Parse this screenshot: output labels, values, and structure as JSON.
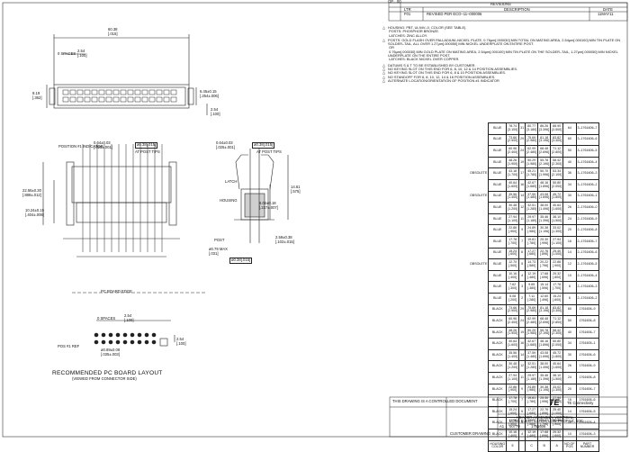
{
  "view_labels": {
    "recommended_layout_title": "RECOMMENDED PC BOARD LAYOUT",
    "recommended_layout_sub": "(VIEWED FROM CONNECTOR SIDE)",
    "position1_indicator": "POSITION #1 INDICATOR",
    "pos1_ref": "POS #1 REF",
    "pc_board_edge": "PC BOARD EDGE",
    "latch": "LATCH",
    "housing": "HOUSING",
    "post": "POST",
    "at_post_tips_1": "AT POST TIPS",
    "at_post_tips_2": "AT POST TIPS",
    "spaces_top": "0 SPACES",
    "spaces_bottom": "0 SPACES"
  },
  "dimensions": {
    "top_width": "60.38\n[.015]",
    "top_2_54": "2.54\n[.100]",
    "left_9_19": "9.19\n[.362]",
    "right_6_45": "6.45±0.15\n[.254±.006]",
    "right_2_54": "2.54\n[.100]",
    "d_0_64_a": "0.64±0.03\n[.025±.001]",
    "d_0_64_b": "0.64±0.03\n[.025±.001]",
    "d_22_56": "22.56±0.30\n[.888±.012]",
    "d_10_24": "10.24±0.15\n[.404±.006]",
    "d_14_61": "14.61\n[.575]",
    "d_6_02": "6.02±0.18\n[.237±.007]",
    "d_2_59": "2.59±0.38\n[.102±.015]",
    "d_0_79": "ø0.79 MAX\n[.031]",
    "d_pcb_2_54a": "2.54\n[.100]",
    "d_pcb_2_54b": "2.54\n[.100]",
    "d_hole": "ø0.89±0.08\n[.035±.003]",
    "tol_a": "ø0.38[.015]",
    "tol_b": "ø0.38[.015]",
    "tol_c": "ø0.38[.015]"
  },
  "notes": [
    "HOUSING: PBT, UL94V–0, COLOR (SEE TABLE).\n POSTS: PHOSPHOR BRONZE.\n LATCHES: ZINC ALLOY.",
    "POSTS: GOLD FLASH OVER PALLADIUM–NICKEL PLATE, 0.76μm[.000030] MIN TOTAL ON MATING AREA, 2.54μm[.000100] MIN TIN PLATE ON SOLDER–TAIL, ALL OVER 1.27μm[.000050] MIN NICKEL UNDERPLATE ON ENTIRE POST.\n OR\n 0.76μm[.000030] MIN GOLD PLATE ON MATING AREA, 2.54μm[.000100] MIN TIN PLATE ON THE SOLDER–TAIL, 1.27μm[.000050] MIN NICKEL UNDERPLATE ON THE ENTIRE POST.\n LATCHES: BLACK NICKEL OVER COPPER.",
    "DATUMS S & T TO BE ESTABLISHED BY CUSTOMER.",
    "NO KEYING SLOT ON THIS END FOR 6, 8, 10, 12 & 14 POSITION ASSEMBLIES.",
    "NO KEYING SLOT ON THIS END FOR 6, 8 & 10 POSITION ASSEMBLIES.",
    "NO STANDOFF FOR 6, 8, 10, 12, 14 & 16 POSITION ASSEMBLIES.",
    "ALTERNATE LOCATION/ORIENTATION OF POSITION #1 INDICATOR"
  ],
  "table": {
    "header": {
      "color": "HOUSING\nCOLOR",
      "e": "E",
      "c": "C",
      "b": "B",
      "a": "A",
      "pos": "NO OF\nPOS",
      "part": "PART\nNUMBER"
    },
    "rows": [
      {
        "obs": "",
        "color": "BLUE",
        "e": "78.74\n[3.100]",
        "f": "31",
        "c": "80.77\n[3.180]",
        "b": "86.26\n[3.396]",
        "a": "88.90\n[3.500]",
        "pos": "64",
        "part": "3–1761606–7"
      },
      {
        "obs": "",
        "color": "BLUE",
        "e": "73.66\n[2.900]",
        "f": "29",
        "c": "75.69\n[2.980]",
        "b": "81.18\n[3.196]",
        "a": "83.82\n[3.300]",
        "pos": "60",
        "part": "3–1761606–6"
      },
      {
        "obs": "",
        "color": "BLUE",
        "e": "60.96\n[2.400]",
        "f": "24",
        "c": "62.99\n[2.480]",
        "b": "68.48\n[2.696]",
        "a": "71.12\n[2.800]",
        "pos": "50",
        "part": "3–1761606–5"
      },
      {
        "obs": "",
        "color": "BLUE",
        "e": "48.26\n[1.900]",
        "f": "19",
        "c": "50.29\n[1.980]",
        "b": "55.78\n[2.196]",
        "a": "58.42\n[2.300]",
        "pos": "40",
        "part": "3–1761606–4"
      },
      {
        "obs": "OBSOLETE",
        "color": "BLUE",
        "e": "43.18\n[1.700]",
        "f": "17",
        "c": "45.21\n[1.780]",
        "b": "50.70\n[1.996]",
        "a": "53.34\n[2.100]",
        "pos": "36",
        "part": "3–1761606–3"
      },
      {
        "obs": "",
        "color": "BLUE",
        "e": "40.64\n[1.600]",
        "f": "16",
        "c": "42.67\n[1.680]",
        "b": "48.16\n[1.896]",
        "a": "50.80\n[2.000]",
        "pos": "34",
        "part": "3–1761606–2"
      },
      {
        "obs": "OBSOLETE",
        "color": "BLUE",
        "e": "35.56\n[1.400]",
        "f": "14",
        "c": "37.59\n[1.480]",
        "b": "43.08\n[1.696]",
        "a": "45.72\n[1.800]",
        "pos": "30",
        "part": "3–1761606–1"
      },
      {
        "obs": "",
        "color": "BLUE",
        "e": "30.48\n[1.200]",
        "f": "12",
        "c": "32.51\n[1.280]",
        "b": "38.00\n[1.496]",
        "a": "40.64\n[1.600]",
        "pos": "26",
        "part": "2–1761606–0"
      },
      {
        "obs": "",
        "color": "BLUE",
        "e": "27.94\n[1.100]",
        "f": "11",
        "c": "29.97\n[1.180]",
        "b": "35.46\n[1.396]",
        "a": "38.10\n[1.500]",
        "pos": "24",
        "part": "2–1761606–9"
      },
      {
        "obs": "",
        "color": "BLUE",
        "e": "22.86\n[.900]",
        "f": "9",
        "c": "24.89\n[.980]",
        "b": "30.38\n[1.196]",
        "a": "33.02\n[1.300]",
        "pos": "20",
        "part": "2–1761606–8"
      },
      {
        "obs": "",
        "color": "BLUE",
        "e": "17.78\n[.700]",
        "f": "7",
        "c": "19.81\n[.780]",
        "b": "25.30\n[.996]",
        "a": "27.94\n[1.100]",
        "pos": "16",
        "part": "2–1761606–7"
      },
      {
        "obs": "",
        "color": "BLUE",
        "e": "15.24\n[.600]",
        "f": "6",
        "c": "17.27\n[.680]",
        "b": "22.76\n[.896]",
        "a": "25.40\n[1.000]",
        "pos": "14",
        "part": "2–1761606–6"
      },
      {
        "obs": "OBSOLETE",
        "color": "BLUE",
        "e": "12.70\n[.500]",
        "f": "5",
        "c": "14.73\n[.580]",
        "b": "20.22\n[.796]",
        "a": "22.86\n[.900]",
        "pos": "12",
        "part": "2–1761606–5"
      },
      {
        "obs": "",
        "color": "BLUE",
        "e": "10.16\n[.400]",
        "f": "4",
        "c": "12.19\n[.480]",
        "b": "17.68\n[.696]",
        "a": "20.32\n[.800]",
        "pos": "10",
        "part": "2–1761606–4"
      },
      {
        "obs": "",
        "color": "BLUE",
        "e": "7.62\n[.300]",
        "f": "3",
        "c": "9.65\n[.380]",
        "b": "15.14\n[.596]",
        "a": "17.78\n[.700]",
        "pos": "8",
        "part": "2–1761606–3"
      },
      {
        "obs": "",
        "color": "BLUE",
        "e": "5.08\n[.200]",
        "f": "2",
        "c": "7.11\n[.280]",
        "b": "12.60\n[.496]",
        "a": "15.24\n[.600]",
        "pos": "6",
        "part": "2–1761606–2"
      },
      {
        "obs": "",
        "color": "BLACK",
        "e": "73.66\n[2.900]",
        "f": "29",
        "c": "75.69\n[2.980]",
        "b": "81.18\n[3.196]",
        "a": "83.82\n[3.300]",
        "pos": "60",
        "part": "1761606–9"
      },
      {
        "obs": "",
        "color": "BLACK",
        "e": "60.96\n[2.400]",
        "f": "24",
        "c": "62.99\n[2.480]",
        "b": "68.48\n[2.696]",
        "a": "71.12\n[2.800]",
        "pos": "50",
        "part": "1761606–8"
      },
      {
        "obs": "",
        "color": "BLACK",
        "e": "48.26\n[1.900]",
        "f": "19",
        "c": "50.29\n[1.980]",
        "b": "55.78\n[2.196]",
        "a": "58.42\n[2.300]",
        "pos": "40",
        "part": "1761606–7"
      },
      {
        "obs": "",
        "color": "BLACK",
        "e": "40.64\n[1.600]",
        "f": "16",
        "c": "42.67\n[1.680]",
        "b": "48.16\n[1.896]",
        "a": "50.80\n[2.000]",
        "pos": "34",
        "part": "1761605–1"
      },
      {
        "obs": "",
        "color": "BLACK",
        "e": "35.56\n[1.400]",
        "f": "14",
        "c": "37.59\n[1.480]",
        "b": "43.08\n[1.696]",
        "a": "45.72\n[1.800]",
        "pos": "30",
        "part": "1761606–6"
      },
      {
        "obs": "",
        "color": "BLACK",
        "e": "30.48\n[1.200]",
        "f": "12",
        "c": "32.51\n[1.280]",
        "b": "38.00\n[1.496]",
        "a": "40.64\n[1.600]",
        "pos": "26",
        "part": "1761606–9"
      },
      {
        "obs": "",
        "color": "BLACK",
        "e": "27.94\n[1.100]",
        "f": "11",
        "c": "29.97\n[1.180]",
        "b": "35.46\n[1.396]",
        "a": "38.10\n[1.500]",
        "pos": "24",
        "part": "1761606–8"
      },
      {
        "obs": "",
        "color": "BLACK",
        "e": "22.86\n[.900]",
        "f": "9",
        "c": "24.89\n[.980]",
        "b": "30.38\n[1.196]",
        "a": "33.02\n[1.300]",
        "pos": "20",
        "part": "1761606–7"
      },
      {
        "obs": "",
        "color": "BLACK",
        "e": "17.78\n[.700]",
        "f": "7",
        "c": "19.81\n[.780]",
        "b": "25.30\n[.996]",
        "a": "27.94\n[1.100]",
        "pos": "16",
        "part": "1761606–6"
      },
      {
        "obs": "",
        "color": "BLACK",
        "e": "15.24\n[.600]",
        "f": "6",
        "c": "17.27\n[.680]",
        "b": "22.76\n[.896]",
        "a": "25.40\n[1.000]",
        "pos": "14",
        "part": "1761606–5"
      },
      {
        "obs": "",
        "color": "BLACK",
        "e": "12.70\n[.500]",
        "f": "5",
        "c": "14.73\n[.580]",
        "b": "20.22\n[.796]",
        "a": "22.86\n[.900]",
        "pos": "12",
        "part": "1761606–4"
      },
      {
        "obs": "",
        "color": "BLACK",
        "e": "10.16\n[.400]",
        "f": "4",
        "c": "12.19\n[.480]",
        "b": "17.68\n[.696]",
        "a": "20.32\n[.800]",
        "pos": "10",
        "part": "1761606–3"
      }
    ]
  },
  "title_block": {
    "company": "TE Connectivity",
    "logo": "TE",
    "title_line1": "HEADER ASSEMBLY, VERTICAL,",
    "title_line2": "LONG EJECT LATCH, LOW PROFILE, 10C",
    "drawing_number": "1761606",
    "size": "A1",
    "cage": "00779",
    "customer_drawing": "CUSTOMER DRAWING",
    "restricted": "THIS DRAWING IS A CONTROLLED DOCUMENT"
  },
  "revision_block": {
    "header": "REVISIONS",
    "ltr": "LTR",
    "desc": "DESCRIPTION",
    "date": "DATE",
    "rev_letter": "F01",
    "rev_desc": "REVISED PER ECO–11–000006",
    "rev_date": "11MAY11",
    "zone": "GP",
    "loc": "00"
  }
}
